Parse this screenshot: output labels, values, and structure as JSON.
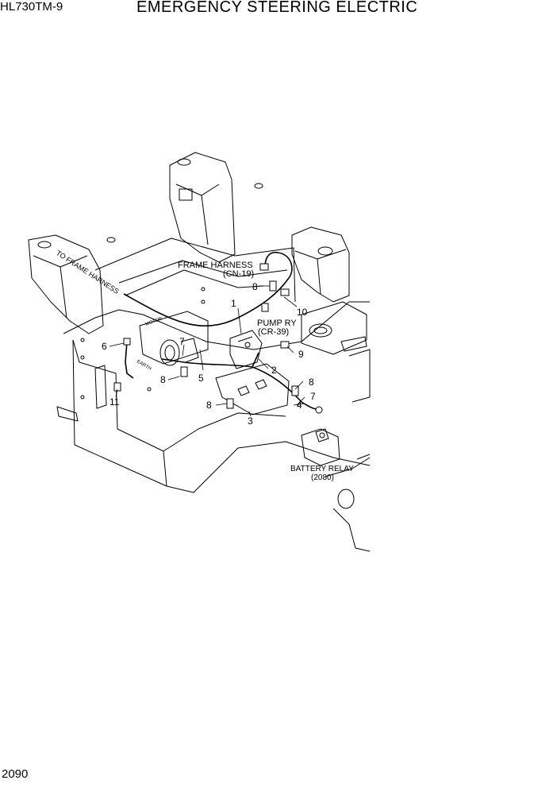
{
  "header": {
    "model": "HL730TM-9",
    "title": "EMERGENCY STEERING ELECTRIC"
  },
  "footer": {
    "page_number": "2090"
  },
  "diagram": {
    "labels": {
      "frame_harness": "FRAME HARNESS",
      "frame_harness_code": "(CN-19)",
      "pump_ry": "PUMP RY",
      "pump_ry_code": "(CR-39)",
      "battery_relay": "BATTERY RELAY",
      "battery_relay_code": "(2080)",
      "to_frame_harness": "TO FRAME HARNESS",
      "motor": "MOTOR",
      "earth": "EARTH"
    },
    "callouts": {
      "c1": "1",
      "c2": "2",
      "c3": "3",
      "c4": "4",
      "c5": "5",
      "c6": "6",
      "c7a": "7",
      "c7b": "7",
      "c8a": "8",
      "c8b": "8",
      "c8c": "8",
      "c8d": "8",
      "c9": "9",
      "c10": "10",
      "c11": "11"
    }
  }
}
